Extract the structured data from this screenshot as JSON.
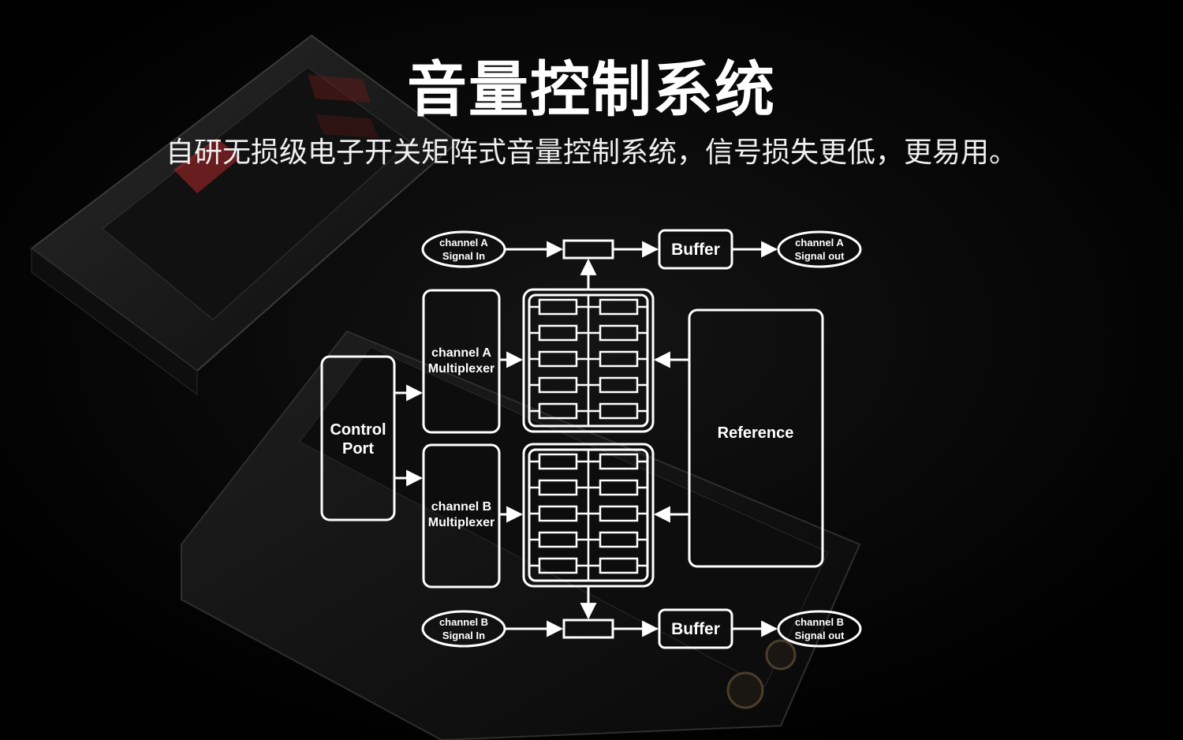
{
  "title": "音量控制系统",
  "subtitle": "自研无损级电子开关矩阵式音量控制系统，信号损失更低，更易用。",
  "diagram": {
    "channel_a_in": [
      "channel A",
      "Signal In"
    ],
    "channel_a_out": [
      "channel A",
      "Signal out"
    ],
    "channel_b_in": [
      "channel B",
      "Signal In"
    ],
    "channel_b_out": [
      "channel B",
      "Signal out"
    ],
    "buffer_top": "Buffer",
    "buffer_bottom": "Buffer",
    "control_port": [
      "Control",
      "Port"
    ],
    "channel_a_mux": [
      "channel A",
      "Multiplexer"
    ],
    "channel_b_mux": [
      "channel B",
      "Multiplexer"
    ],
    "reference": "Reference"
  },
  "colors": {
    "background": "#000000",
    "line": "#ffffff",
    "device_body": "#1a1a1a",
    "device_screen_accent": "#b0282a"
  }
}
